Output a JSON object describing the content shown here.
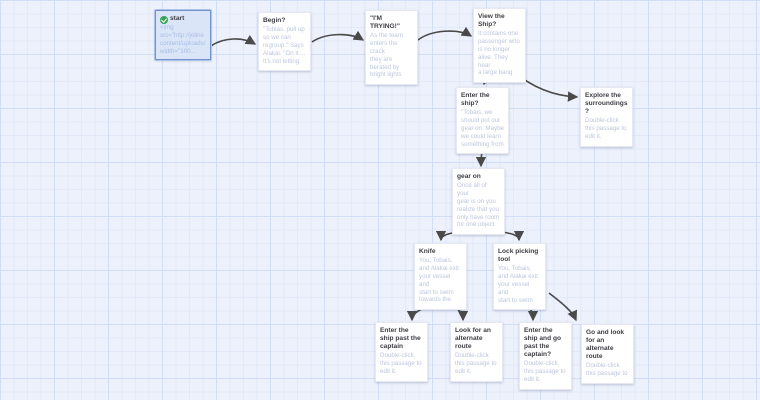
{
  "app": {
    "name": "story-map",
    "canvas_bg": "#edf1fb",
    "grid_minor_color": "#e2e9f9",
    "grid_major_color": "#d2def5",
    "arrow_color": "#4a4a4a",
    "selected_node_border": "#7292cf",
    "start_badge_color": "#37a457"
  },
  "nodes": [
    {
      "id": "start",
      "title": "start",
      "selected": true,
      "body": "<img\nsrc=\"http://joline\ncontent/uploads/\nwidth=\"100..."
    },
    {
      "id": "begin",
      "title": "Begin?",
      "body": "\"Tobias, pull up\nso we can\nregroup.\" Says\nAlakai. \"On it....\nIt's not letting"
    },
    {
      "id": "im-trying",
      "title": "\"I'M TRYING!\"",
      "body": "As the team\nenters the crack\nthey are\nberated by\nbright lights"
    },
    {
      "id": "view-the-ship",
      "title": "View the Ship?",
      "body": "It contains one\npassenger who\nis no longer\nalive. They hear\na large bang"
    },
    {
      "id": "enter-the-ship",
      "title": "Enter the ship?",
      "body": "\"Tobais, we\nshould put our\ngear on. Maybe\nwe could learn\nsomething from"
    },
    {
      "id": "explore-the-surroundings",
      "title": "Explore the surroundings?",
      "body": "Double-click\nthis passage to\nedit it."
    },
    {
      "id": "gear-on",
      "title": "gear on",
      "body": "Once all of your\ngear is on you\nrealize that you\nonly have room\nfor one object"
    },
    {
      "id": "knife",
      "title": "Knife",
      "body": "You, Tobais,\nand Alakai exit\nyour vessel and\nstart to swim\ntowards the"
    },
    {
      "id": "lock-picking-tool",
      "title": "Lock picking tool",
      "body": "You, Tobais,\nand Alakai exit\nyour vessel and\nstart to swim"
    },
    {
      "id": "enter-ship-past-captain",
      "title": "Enter the ship past the captain",
      "body": "Double-click\nthis passage to\nedit it."
    },
    {
      "id": "look-for-alternate-route",
      "title": "Look for an alternate route",
      "body": "Double-click\nthis passage to\nedit it."
    },
    {
      "id": "enter-ship-go-past-captain",
      "title": "Enter the ship and go past the captain?",
      "body": "Double-click\nthis passage to\nedit it."
    },
    {
      "id": "go-look-alternate-route",
      "title": "Go and look for an alternate route",
      "body": "Double-click\nthis passage to"
    }
  ],
  "connections": [
    {
      "from": "start",
      "to": "begin"
    },
    {
      "from": "begin",
      "to": "im-trying"
    },
    {
      "from": "im-trying",
      "to": "view-the-ship"
    },
    {
      "from": "view-the-ship",
      "to": "enter-the-ship"
    },
    {
      "from": "view-the-ship",
      "to": "explore-the-surroundings"
    },
    {
      "from": "enter-the-ship",
      "to": "gear-on"
    },
    {
      "from": "gear-on",
      "to": "knife"
    },
    {
      "from": "gear-on",
      "to": "lock-picking-tool"
    },
    {
      "from": "knife",
      "to": "enter-ship-past-captain"
    },
    {
      "from": "knife",
      "to": "look-for-alternate-route"
    },
    {
      "from": "lock-picking-tool",
      "to": "enter-ship-go-past-captain"
    },
    {
      "from": "lock-picking-tool",
      "to": "go-look-alternate-route"
    }
  ]
}
